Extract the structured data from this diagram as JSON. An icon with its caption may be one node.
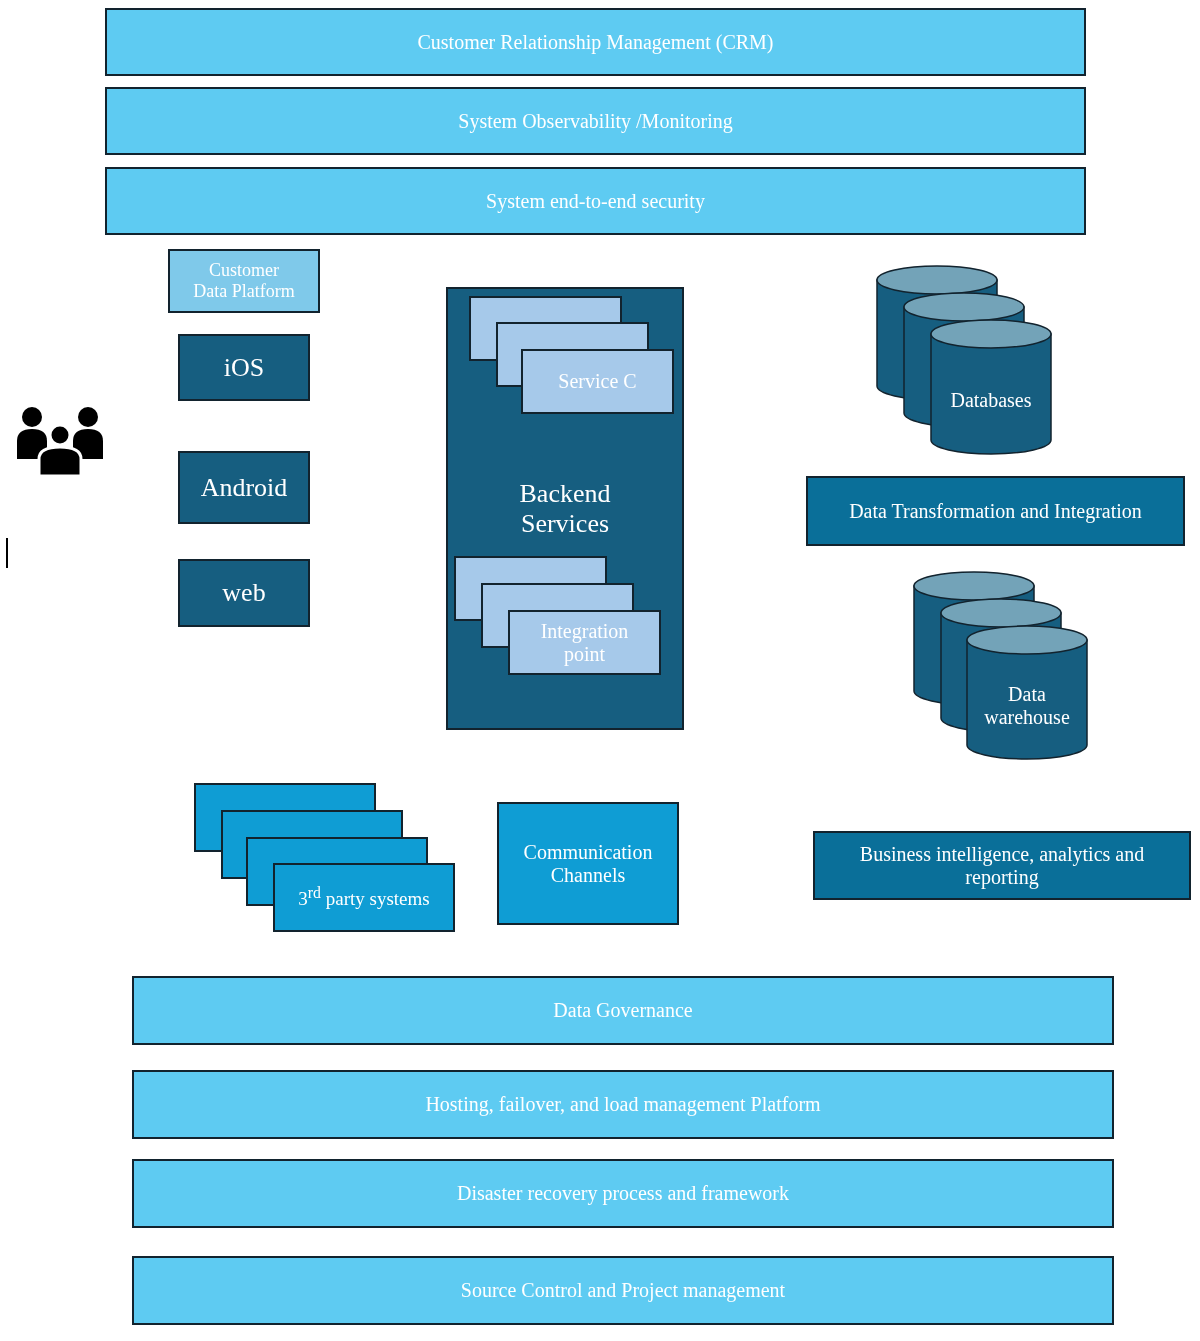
{
  "diagram": {
    "nodes": [
      {
        "text": [
          "Customer Relationship Management (CRM)"
        ]
      },
      {
        "text": [
          "System Observability /Monitoring"
        ]
      },
      {
        "text": [
          "System end-to-end security"
        ]
      },
      {
        "text": [
          "Customer Data Platform"
        ]
      },
      {
        "text": [
          "iOS"
        ]
      },
      {
        "text": [
          "Android"
        ]
      },
      {
        "text": [
          "web"
        ]
      },
      {
        "text": [
          "Backend Services"
        ]
      },
      {
        "text": [
          "Service C"
        ],
        "in": 7
      },
      {
        "text": [
          "Integration point"
        ],
        "in": 7
      },
      {
        "text": [
          "Databases"
        ]
      },
      {
        "text": [
          "Data Transformation and Integration"
        ]
      },
      {
        "text": [
          "Data warehouse"
        ]
      },
      {
        "text": [
          "3$^{rd}$ party systems"
        ]
      },
      {
        "text": [
          "Communication Channels"
        ]
      },
      {
        "text": [
          "Business intelligence, analytics and reporting"
        ]
      },
      {
        "text": [
          "Data Governance"
        ]
      },
      {
        "text": [
          "Hosting, failover, and load management Platform"
        ]
      },
      {
        "text": [
          "Disaster recovery process and framework"
        ]
      },
      {
        "text": [
          "Source Control and Project management"
        ]
      }
    ]
  }
}
